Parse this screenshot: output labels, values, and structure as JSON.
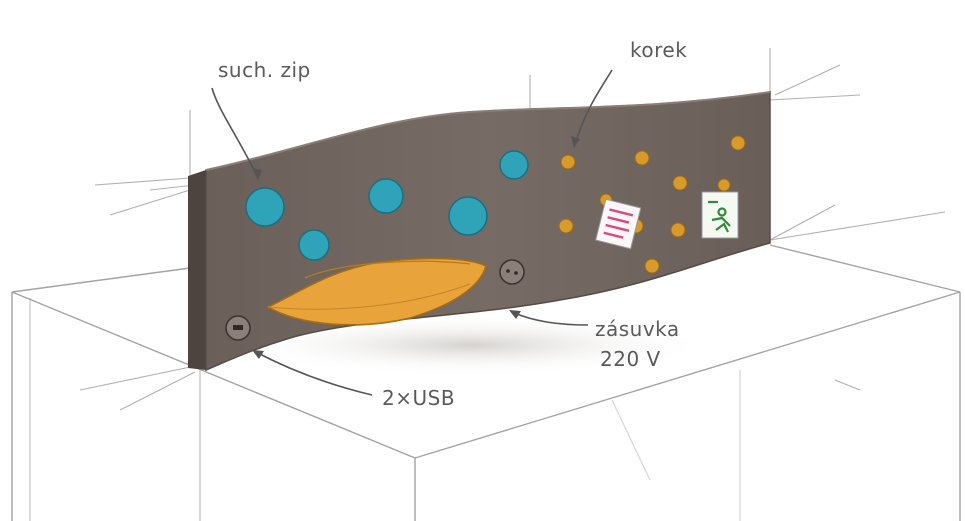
{
  "labels": {
    "such_zip": "such. zip",
    "korek": "korek",
    "zasuvka_line1": "zásuvka",
    "zasuvka_line2": "220 V",
    "usb": "2×USB"
  },
  "colors": {
    "panel": "#6e625c",
    "panel_edge": "#4f4541",
    "magnet_blue": "#2fa4b8",
    "cork_orange": "#d89a2a",
    "tray_orange": "#e8a33a",
    "pencil": "#9a9a9a",
    "note_pink": "#e0457b",
    "note_green": "#2f8a3a"
  }
}
